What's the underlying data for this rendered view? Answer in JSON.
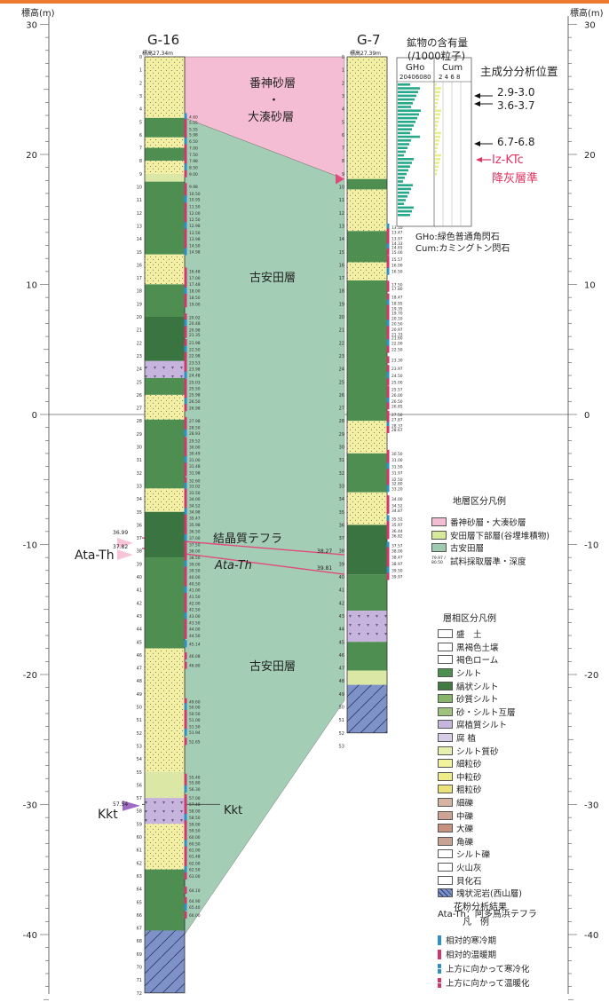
{
  "axis": {
    "title_left": "標高(m)",
    "title_right": "標高(m)",
    "ticks": [
      {
        "label": "30",
        "elev": 30
      },
      {
        "label": "20",
        "elev": 20
      },
      {
        "label": "10",
        "elev": 10
      },
      {
        "label": "0",
        "elev": 0
      },
      {
        "label": "-10",
        "elev": -10
      },
      {
        "label": "-20",
        "elev": -20
      },
      {
        "label": "-30",
        "elev": -30
      },
      {
        "label": "-40",
        "elev": -40
      }
    ]
  },
  "boreholes": [
    {
      "name": "G-16",
      "ground_label": "標高27.34m",
      "depth_labels": [
        "0",
        "1",
        "2",
        "3",
        "4",
        "5",
        "6",
        "7",
        "8",
        "9",
        "10",
        "11",
        "12",
        "13",
        "14",
        "15",
        "16",
        "17",
        "18",
        "19",
        "20",
        "21",
        "22",
        "23",
        "24",
        "25",
        "26",
        "27",
        "28",
        "29",
        "30",
        "31",
        "32",
        "33",
        "34",
        "35",
        "36",
        "37",
        "38",
        "39",
        "40",
        "41",
        "42",
        "43",
        "44",
        "45",
        "46",
        "47",
        "48",
        "49",
        "50",
        "51",
        "52",
        "53",
        "54",
        "55",
        "56",
        "57",
        "58",
        "59",
        "60",
        "61",
        "62",
        "63",
        "64",
        "65",
        "66",
        "67",
        "68",
        "69",
        "70",
        "71",
        "72"
      ],
      "sample_depths": [
        "4.60",
        "5.05",
        "5.55",
        "5.98",
        "6.50",
        "7.00",
        "7.50",
        "7.98",
        "8.50",
        "9.00",
        "9.98",
        "10.50",
        "10.95",
        "11.50",
        "12.00",
        "12.50",
        "12.98",
        "13.50",
        "13.98",
        "14.50",
        "14.98",
        "16.48",
        "17.00",
        "17.48",
        "18.00",
        "18.50",
        "19.00",
        "20.02",
        "20.48",
        "20.98",
        "21.35",
        "21.98",
        "22.50",
        "22.98",
        "23.53",
        "23.98",
        "24.48",
        "25.03",
        "25.50",
        "25.98",
        "26.50",
        "26.98",
        "27.98",
        "28.50",
        "28.93",
        "29.52",
        "30.00",
        "30.49",
        "31.00",
        "31.48",
        "31.98",
        "32.60",
        "33.02",
        "33.50",
        "34.00",
        "34.52",
        "34.98",
        "35.47",
        "35.98",
        "36.50",
        "37.00",
        "37.50",
        "38.00",
        "38.50",
        "39.00",
        "39.50",
        "40.00",
        "40.50",
        "41.00",
        "41.50",
        "42.00",
        "42.50",
        "43.00",
        "43.50",
        "44.00",
        "44.50",
        "45.14",
        "46.08",
        "46.80",
        "49.60",
        "50.00",
        "50.50",
        "51.00",
        "51.50",
        "51.94",
        "52.65",
        "55.40",
        "55.80",
        "56.30",
        "57.00",
        "57.48",
        "58.00",
        "58.50",
        "59.00",
        "59.50",
        "60.00",
        "60.50",
        "61.00",
        "61.48",
        "62.00",
        "62.50",
        "63.00",
        "64.10",
        "64.90",
        "65.40",
        "66.00"
      ]
    },
    {
      "name": "G-7",
      "ground_label": "標高27.39m",
      "depth_labels": [
        "0",
        "1",
        "2",
        "3",
        "4",
        "5",
        "6",
        "7",
        "8",
        "9",
        "10",
        "11",
        "12",
        "13",
        "14",
        "15",
        "16",
        "17",
        "18",
        "19",
        "20",
        "21",
        "22",
        "23",
        "24",
        "25",
        "26",
        "27",
        "28",
        "29",
        "30",
        "31",
        "32",
        "33",
        "34",
        "35",
        "36",
        "37",
        "38",
        "39",
        "40",
        "41",
        "42",
        "43",
        "44",
        "45",
        "46",
        "47",
        "48",
        "49",
        "50",
        "51",
        "52",
        "53"
      ],
      "sample_depths": [
        "13.10",
        "13.47",
        "13.97",
        "14.33",
        "14.65",
        "15.00",
        "15.57",
        "16.00",
        "16.50",
        "17.50",
        "17.80",
        "18.47",
        "18.95",
        "19.35",
        "19.70",
        "20.10",
        "20.50",
        "20.97",
        "21.33",
        "21.60",
        "22.00",
        "22.50",
        "23.30",
        "23.97",
        "24.50",
        "25.00",
        "25.57",
        "26.00",
        "26.50",
        "26.85",
        "27.50",
        "27.87",
        "28.37",
        "28.67",
        "30.50",
        "31.00",
        "31.50",
        "31.97",
        "32.50",
        "32.80",
        "33.20",
        "34.00",
        "34.52",
        "34.87",
        "35.52",
        "35.97",
        "36.44",
        "36.82",
        "37.57",
        "38.00",
        "38.47",
        "38.97",
        "39.50",
        "39.97"
      ]
    }
  ],
  "layers": [
    {
      "name": "番神砂層",
      "sep": "・",
      "name2": "大湊砂層"
    },
    {
      "name": "古安田層"
    },
    {
      "name": "古安田層"
    }
  ],
  "tephra": [
    {
      "name": "結晶質テフラ",
      "depth_g16": "36.99",
      "depth_g7": "38.27"
    },
    {
      "name": "Ata-Th",
      "depth_g16": "37.82",
      "depth_g7": "39.81"
    },
    {
      "name": "Kkt",
      "depth_g16": "57.54"
    }
  ],
  "mineral_panel": {
    "title": "鉱物の含有量",
    "subtitle": "(/1000粒子)",
    "col1": "GHo",
    "col2": "Cum",
    "scale1": "20406080",
    "scale2": "2 4 6 8",
    "position_title": "主成分分析位置",
    "positions": [
      "2.9-3.0",
      "3.6-3.7",
      "6.7-6.8"
    ],
    "iz_label": "Iz-KTc",
    "iz_sub": "降灰層準",
    "note1": "GHo:緑色普通角閃石",
    "note2": "Cum:カミングトン閃石"
  },
  "strat_legend": {
    "title": "地層区分凡例",
    "items": [
      {
        "label": "番神砂層・大湊砂層",
        "color": "#f2bdd3"
      },
      {
        "label": "安田層下部層(谷埋堆積物)",
        "color": "#d6e89a"
      },
      {
        "label": "古安田層",
        "color": "#9ecbb0"
      }
    ],
    "sample_label": "試料採取層準・深度",
    "sample_vals": "79.97 / 80.50"
  },
  "facies_legend": {
    "title": "層相区分凡例",
    "items": [
      {
        "label": "盛　土",
        "color": "#ffffff"
      },
      {
        "label": "黒褐色土壌",
        "color": "#ffffff"
      },
      {
        "label": "褐色ローム",
        "color": "#ffffff"
      },
      {
        "label": "シルト",
        "color": "#4c8f4e"
      },
      {
        "label": "縞状シルト",
        "color": "#3f7a43"
      },
      {
        "label": "砂質シルト",
        "color": "#86b56a"
      },
      {
        "label": "砂・シルト互層",
        "color": "#9fc27c"
      },
      {
        "label": "腐植質シルト",
        "color": "#c6b6dd"
      },
      {
        "label": "腐 植",
        "color": "#d9cce8"
      },
      {
        "label": "シルト質砂",
        "color": "#e6efae"
      },
      {
        "label": "細粒砂",
        "color": "#f3f29d"
      },
      {
        "label": "中粒砂",
        "color": "#f0ec8a"
      },
      {
        "label": "粗粒砂",
        "color": "#ece27a"
      },
      {
        "label": "細礫",
        "color": "#d7b3a3"
      },
      {
        "label": "中礫",
        "color": "#cfa393"
      },
      {
        "label": "大礫",
        "color": "#c79180"
      },
      {
        "label": "角礫",
        "color": "#c7a394"
      },
      {
        "label": "シルト礫",
        "color": "#ffffff"
      },
      {
        "label": "火山灰",
        "color": "#ffffff"
      },
      {
        "label": "貝化石",
        "color": "#ffffff"
      },
      {
        "label": "塊状泥岩(西山層)",
        "color": "#7a8fc7"
      }
    ],
    "ata_note": "Ata-Th：阿多鳥浜テフラ"
  },
  "pollen_legend": {
    "title": "花粉分析結果",
    "subtitle": "凡　例",
    "items": [
      {
        "label": "相対的寒冷期",
        "color": "#2f8fc9"
      },
      {
        "label": "相対的温暖期",
        "color": "#d0376b"
      },
      {
        "label": "上方に向かって寒冷化",
        "color": "#2f8fc9"
      },
      {
        "label": "上方に向かって温暖化",
        "color": "#d0376b"
      }
    ]
  },
  "colors": {
    "bansin_fill": "#f4bdd3",
    "koyasuda_fill": "#a3cdb4",
    "sand": "#f3f0a3",
    "silt": "#4e8f51",
    "silt_dark": "#3a7440",
    "bedrock": "#7e92c8",
    "purple": "#c6b4dd",
    "pink_line": "#e04b7c",
    "cold": "#2f8fc9",
    "warm": "#d0376b",
    "teal_bar": "#26a88a",
    "accent_top": "#ee7a2e"
  }
}
